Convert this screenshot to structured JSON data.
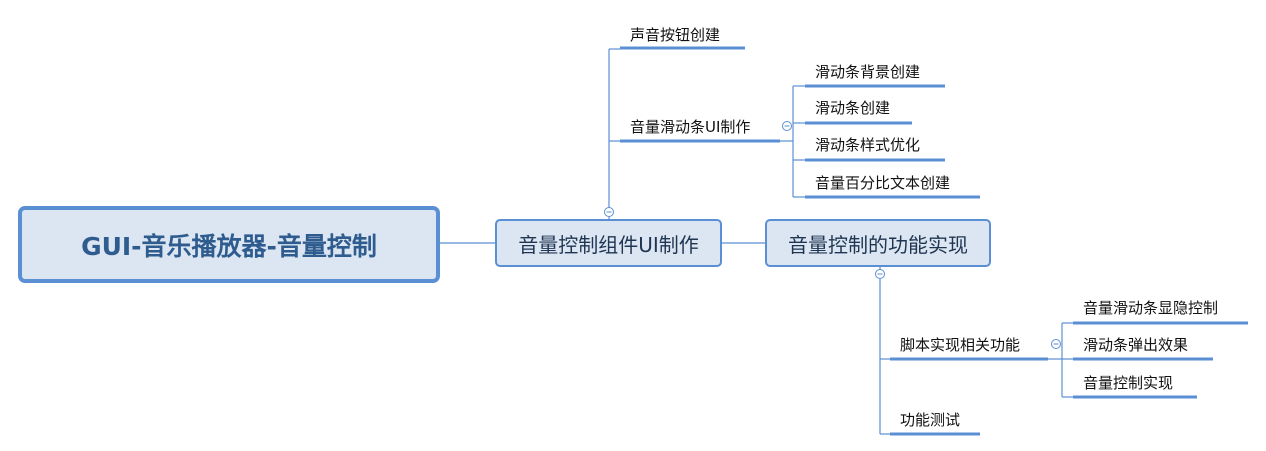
{
  "root": {
    "label": "GUI-音乐播放器-音量控制"
  },
  "main_nodes": [
    {
      "label": "音量控制组件UI制作"
    },
    {
      "label": "音量控制的功能实现"
    }
  ],
  "ui_branch": {
    "items": [
      {
        "label": "声音按钮创建"
      },
      {
        "label": "音量滑动条UI制作",
        "children": [
          {
            "label": "滑动条背景创建"
          },
          {
            "label": "滑动条创建"
          },
          {
            "label": "滑动条样式优化"
          },
          {
            "label": "音量百分比文本创建"
          }
        ]
      }
    ]
  },
  "func_branch": {
    "items": [
      {
        "label": "脚本实现相关功能",
        "children": [
          {
            "label": "音量滑动条显隐控制"
          },
          {
            "label": "滑动条弹出效果"
          },
          {
            "label": "音量控制实现"
          }
        ]
      },
      {
        "label": "功能测试"
      }
    ]
  },
  "colors": {
    "accent": "#5b8fd4",
    "node_fill": "#dce6f2"
  }
}
